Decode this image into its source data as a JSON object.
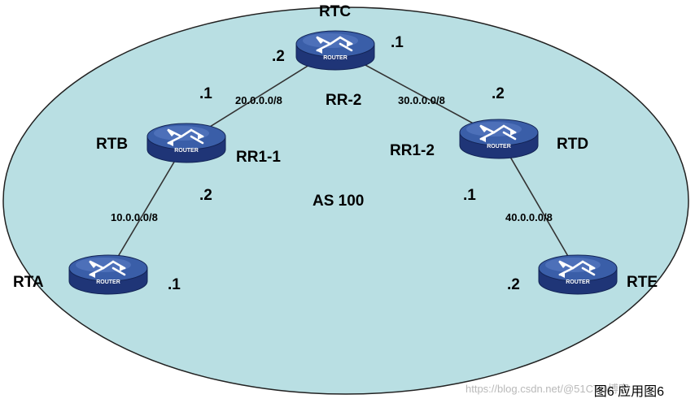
{
  "as_label": "AS 100",
  "routers": [
    {
      "id": "RTC",
      "name": "RTC",
      "role": "RR-2",
      "badge": "ROUTER"
    },
    {
      "id": "RTB",
      "name": "RTB",
      "role": "RR1-1",
      "badge": "ROUTER"
    },
    {
      "id": "RTD",
      "name": "RTD",
      "role": "RR1-2",
      "badge": "ROUTER"
    },
    {
      "id": "RTA",
      "name": "RTA",
      "role": "",
      "badge": "ROUTER"
    },
    {
      "id": "RTE",
      "name": "RTE",
      "role": "",
      "badge": "ROUTER"
    }
  ],
  "links": [
    {
      "from": "RTC",
      "to": "RTB",
      "network": "20.0.0.0/8",
      "from_host": ".2",
      "to_host": ".1"
    },
    {
      "from": "RTC",
      "to": "RTD",
      "network": "30.0.0.0/8",
      "from_host": ".1",
      "to_host": ".2"
    },
    {
      "from": "RTB",
      "to": "RTA",
      "network": "10.0.0.0/8",
      "from_host": ".2",
      "to_host": ".1"
    },
    {
      "from": "RTD",
      "to": "RTE",
      "network": "40.0.0.0/8",
      "from_host": ".1",
      "to_host": ".2"
    }
  ],
  "caption": "图6 应用图6",
  "watermark": "https://blog.csdn.net/@51CTO博客",
  "colors": {
    "ellipse_fill": "#b9dfe3",
    "router_top": "#3a5ea8",
    "router_side": "#1f3577",
    "line": "#333333"
  }
}
